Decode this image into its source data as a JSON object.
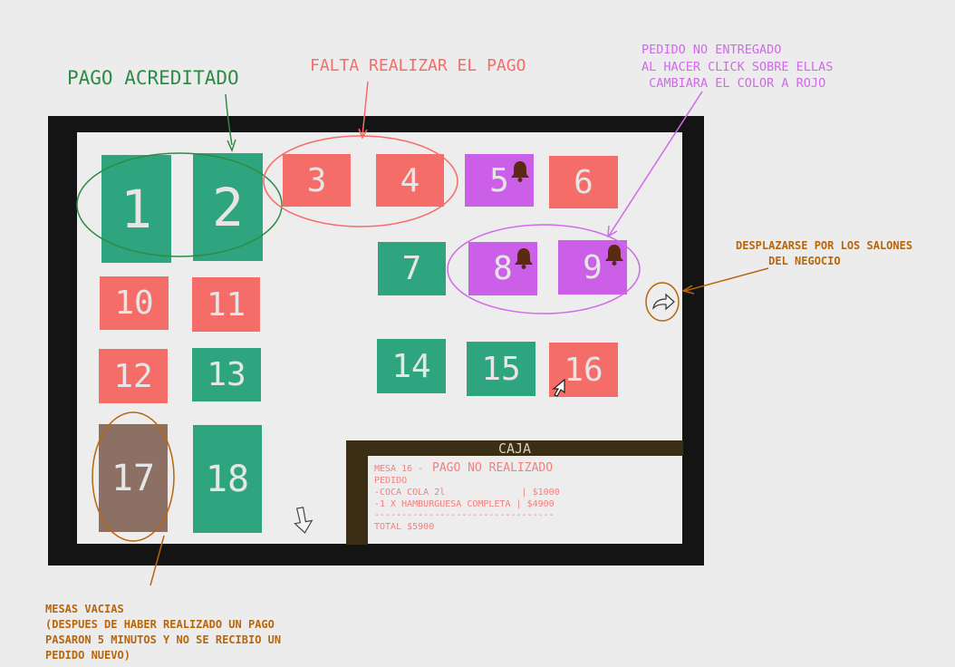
{
  "annotations": {
    "pago_acreditado": "PAGO ACREDITADO",
    "falta_pago": "FALTA REALIZAR EL PAGO",
    "pedido_no_entregado": "PEDIDO NO ENTREGADO\nAL HACER CLICK SOBRE ELLAS\n CAMBIARA EL COLOR A ROJO",
    "desplazarse": "DESPLAZARSE POR LOS SALONES\n     DEL NEGOCIO",
    "mesas_vacias": "MESAS VACIAS\n(DESPUES DE HABER REALIZADO UN PAGO\nPASARON 5 MINUTOS Y NO SE RECIBIO UN\nPEDIDO NUEVO)"
  },
  "tables": [
    {
      "number": "1",
      "status": "paid"
    },
    {
      "number": "2",
      "status": "paid"
    },
    {
      "number": "3",
      "status": "unpaid"
    },
    {
      "number": "4",
      "status": "unpaid"
    },
    {
      "number": "5",
      "status": "not-delivered"
    },
    {
      "number": "6",
      "status": "unpaid"
    },
    {
      "number": "7",
      "status": "paid"
    },
    {
      "number": "8",
      "status": "not-delivered"
    },
    {
      "number": "9",
      "status": "not-delivered"
    },
    {
      "number": "10",
      "status": "unpaid"
    },
    {
      "number": "11",
      "status": "unpaid"
    },
    {
      "number": "12",
      "status": "unpaid"
    },
    {
      "number": "13",
      "status": "paid"
    },
    {
      "number": "14",
      "status": "paid"
    },
    {
      "number": "15",
      "status": "paid"
    },
    {
      "number": "16",
      "status": "unpaid"
    },
    {
      "number": "17",
      "status": "empty"
    },
    {
      "number": "18",
      "status": "paid"
    }
  ],
  "caja": {
    "title": "CAJA",
    "header_small": "MESA 16 -",
    "header_big": "PAGO NO REALIZADO",
    "pedido_label": "PEDIDO",
    "item1": "-COCA COLA 2l              | $1000",
    "item2": "-1 X HAMBURGUESA COMPLETA | $4900",
    "separator": "---------------------------------",
    "total": "TOTAL $5900"
  },
  "icons": {
    "bell": "bell-icon",
    "nav_arrow": "curved-arrow-icon",
    "down_arrow": "down-arrow-icon",
    "cursor": "mouse-pointer-icon"
  },
  "colors": {
    "paid": "#2fa57f",
    "unpaid": "#f56d68",
    "not_delivered": "#cc5fe8",
    "empty": "#8c7064",
    "annotation_green": "#2e8b46",
    "annotation_red": "#f56d68",
    "annotation_purple": "#d06ae8",
    "annotation_orange": "#b8660c"
  }
}
